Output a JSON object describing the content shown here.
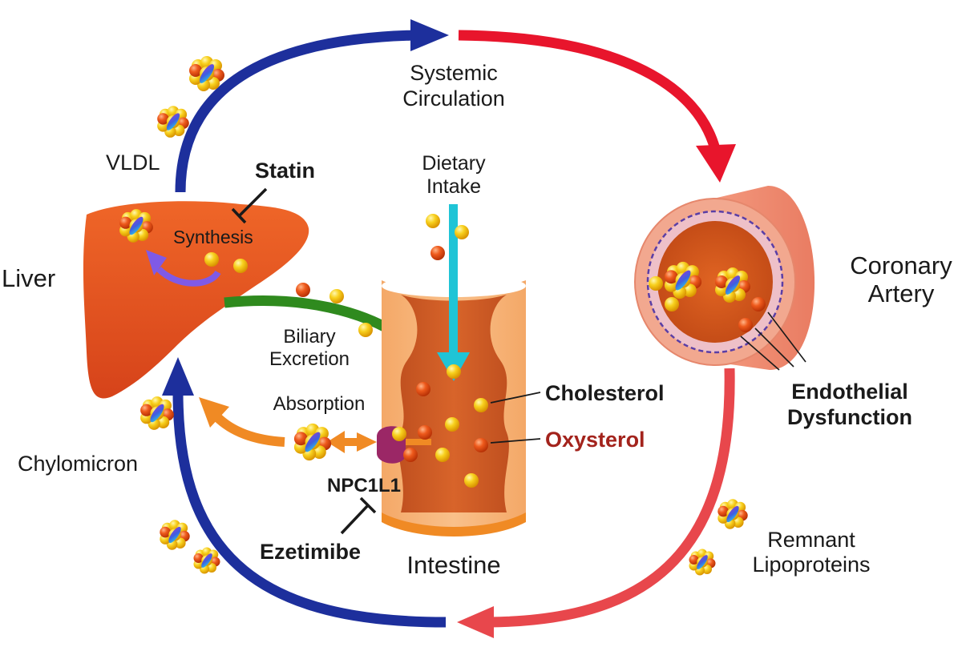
{
  "labels": {
    "systemic_circulation_line1": "Systemic",
    "systemic_circulation_line2": "Circulation",
    "vldl": "VLDL",
    "statin": "Statin",
    "synthesis": "Synthesis",
    "liver": "Liver",
    "dietary_intake_line1": "Dietary",
    "dietary_intake_line2": "Intake",
    "coronary_artery_line1": "Coronary",
    "coronary_artery_line2": "Artery",
    "biliary_excretion_line1": "Biliary",
    "biliary_excretion_line2": "Excretion",
    "absorption": "Absorption",
    "cholesterol": "Cholesterol",
    "oxysterol": "Oxysterol",
    "endothelial_dysfunction_line1": "Endothelial",
    "endothelial_dysfunction_line2": "Dysfunction",
    "chylomicron": "Chylomicron",
    "npc1l1": "NPC1L1",
    "ezetimibe": "Ezetimibe",
    "intestine": "Intestine",
    "remnant_lipoproteins_line1": "Remnant",
    "remnant_lipoproteins_line2": "Lipoproteins"
  },
  "colors": {
    "venous_blue": "#1d2f9c",
    "arterial_red": "#e8152c",
    "remnant_red": "#e8474c",
    "liver_orange": "#e2511d",
    "biliary_green": "#2f8a1e",
    "dietary_cyan": "#1fc4d6",
    "absorption_orange": "#f08a24",
    "synthesis_purple": "#7f5ae6",
    "cholesterol_yellow": "#f6c31a",
    "oxysterol_orange": "#e8511a",
    "npc1l1_magenta": "#9b2766",
    "oxysterol_text": "#a3231c"
  }
}
